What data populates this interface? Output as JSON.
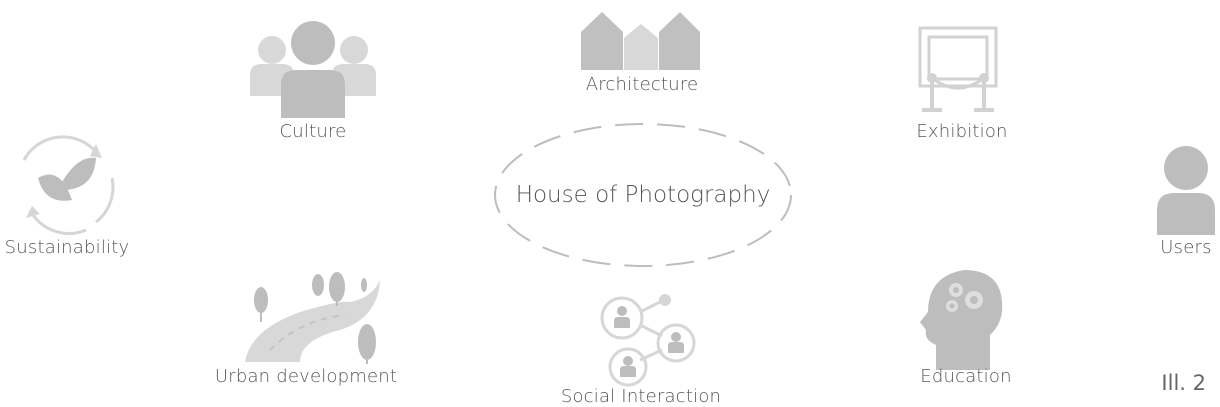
{
  "center": {
    "label": "House of Photography"
  },
  "nodes": {
    "architecture": "Architecture",
    "culture": "Culture",
    "exhibition": "Exhibition",
    "sustainability": "Sustainability",
    "users": "Users",
    "urban_development": "Urban development",
    "social_interaction": "Social Interaction",
    "education": "Education"
  },
  "figure_label": "Ill. 2",
  "colors": {
    "icon": "#b9b9b9",
    "icon_light": "#d6d6d6",
    "text": "#555555",
    "dash": "#bdbdbd"
  }
}
